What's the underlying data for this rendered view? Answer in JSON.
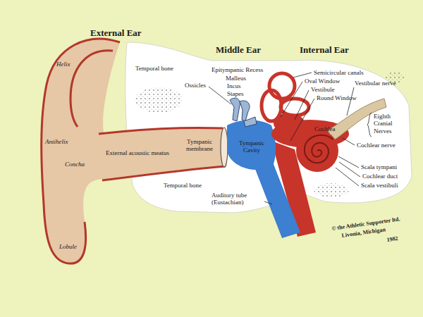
{
  "diagram": {
    "labels": [
      "External Ear",
      "Middle Ear",
      "Internal Ear",
      "Helix",
      "Antihelix",
      "Concha",
      "Lobule",
      "External acoustic meatus",
      "Temporal bone",
      "Tympanic membrane",
      "Ossicles",
      "Epitympanic Recess",
      "Malleus",
      "Incus",
      "Stapes",
      "Tympanic Cavity",
      "Temporal bone",
      "Auditory tube (Eustachian)",
      "Semicircular canals",
      "Oval Window",
      "Vestibule",
      "Round Window",
      "Cochlea",
      "Vestibular nerve",
      "Eighth Cranial Nerves",
      "Cochlear nerve",
      "Scala tympani",
      "Cochlear duct",
      "Scala vestibuli",
      "© the Athletic Supporter ltd.",
      "Livonia, Michigan",
      "1982"
    ]
  }
}
